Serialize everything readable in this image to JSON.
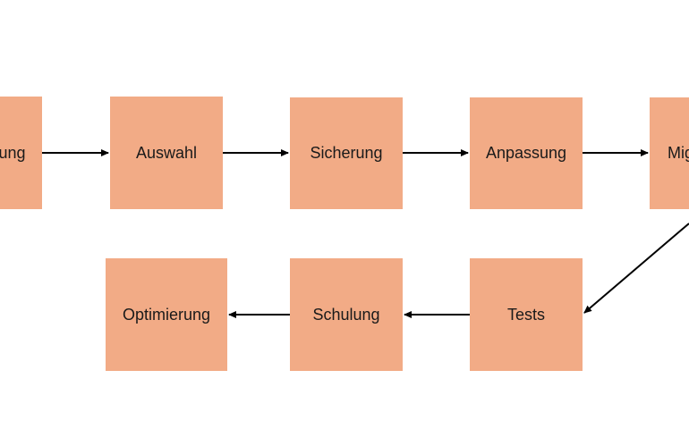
{
  "colors": {
    "node_fill": "#F2AB86",
    "edge": "#000000",
    "text": "#1a1a1a",
    "background": "#ffffff"
  },
  "nodes": {
    "n1": {
      "label": "ung"
    },
    "n2": {
      "label": "Auswahl"
    },
    "n3": {
      "label": "Sicherung"
    },
    "n4": {
      "label": "Anpassung"
    },
    "n5": {
      "label": "Mig"
    },
    "n6": {
      "label": "Optimierung"
    },
    "n7": {
      "label": "Schulung"
    },
    "n8": {
      "label": "Tests"
    }
  },
  "edges": [
    {
      "from": "n1",
      "to": "n2"
    },
    {
      "from": "n2",
      "to": "n3"
    },
    {
      "from": "n3",
      "to": "n4"
    },
    {
      "from": "n4",
      "to": "n5"
    },
    {
      "from": "n5",
      "to": "n8"
    },
    {
      "from": "n8",
      "to": "n7"
    },
    {
      "from": "n7",
      "to": "n6"
    }
  ]
}
